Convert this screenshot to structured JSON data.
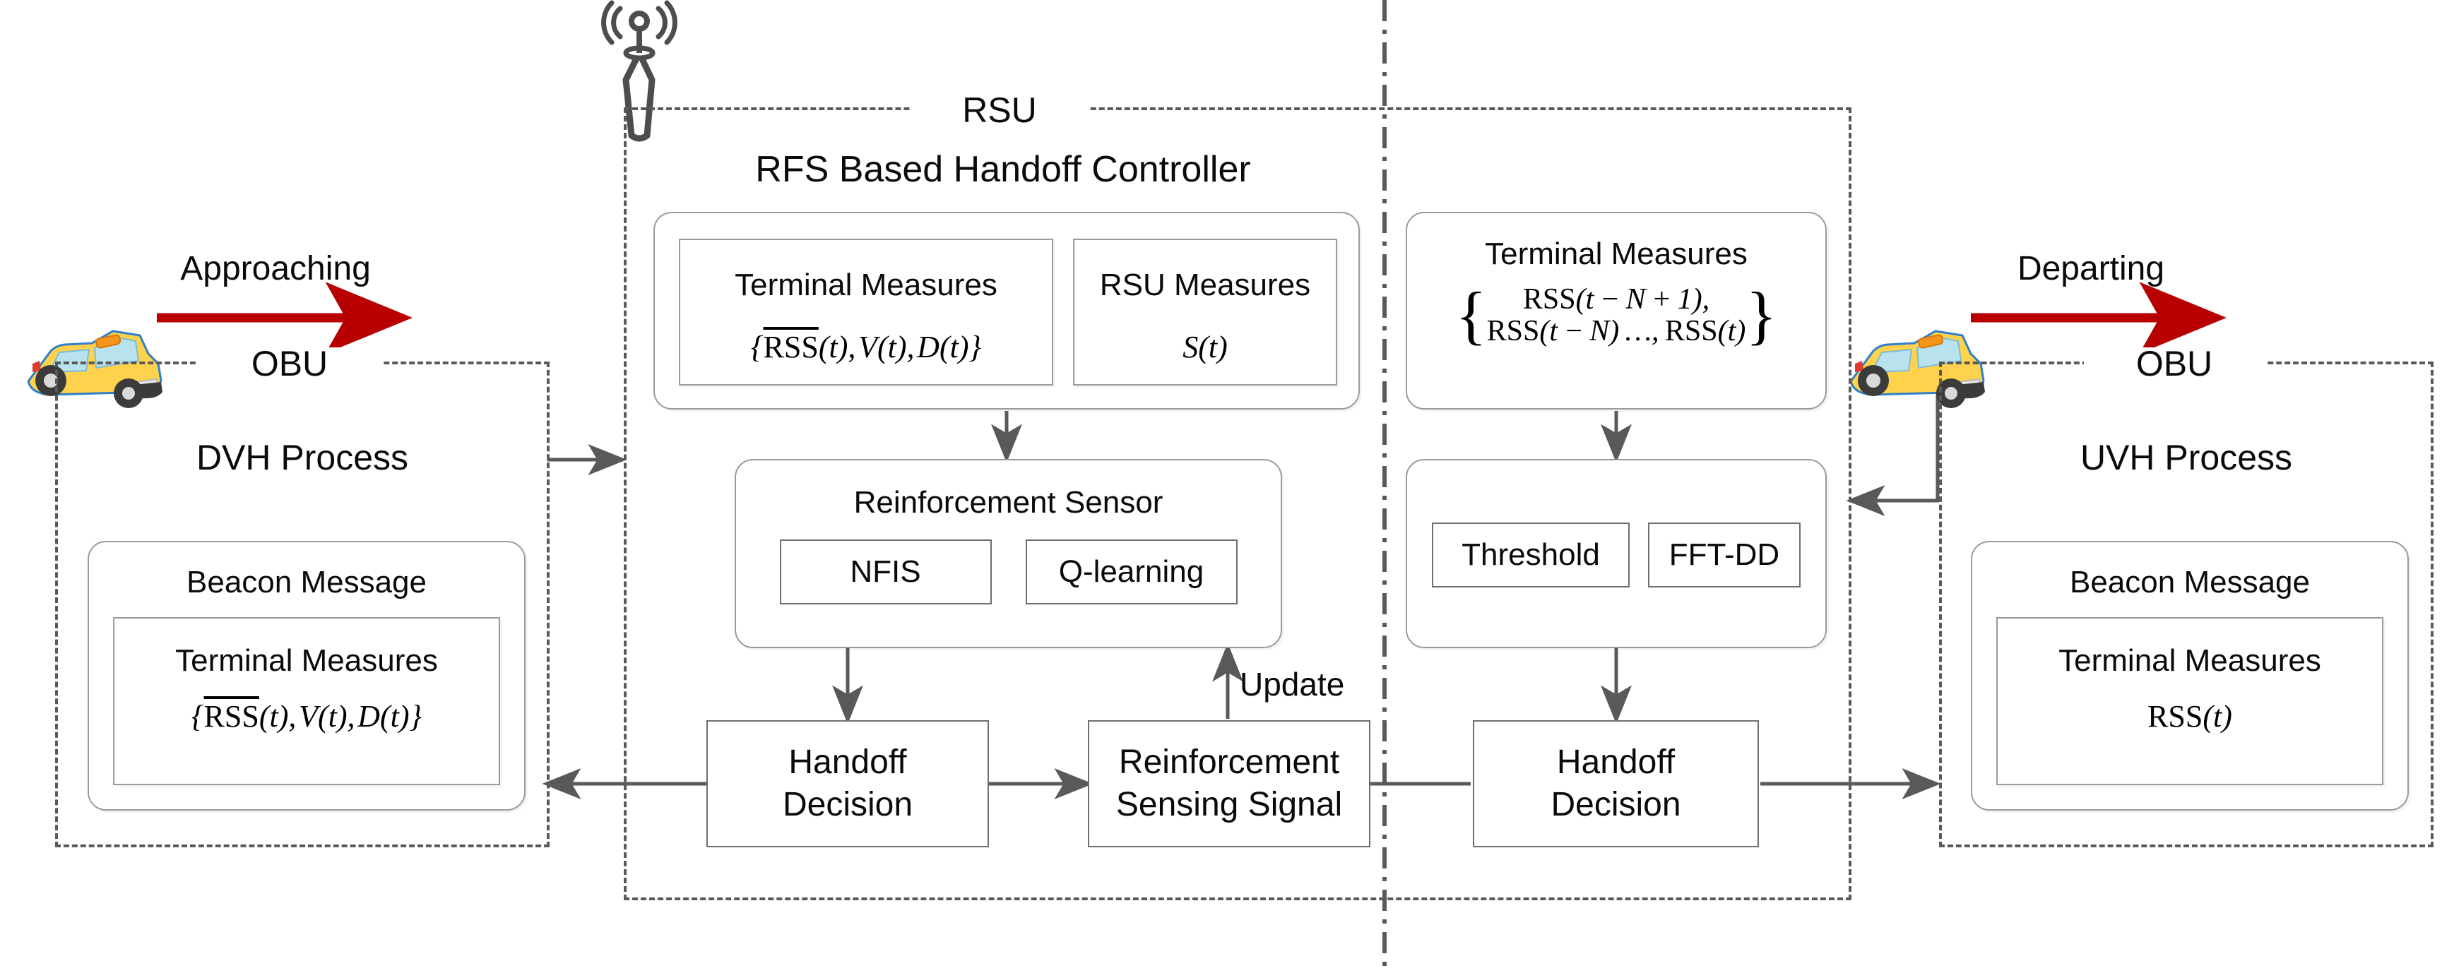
{
  "diagram": {
    "title": "RFS Based Handoff Controller architecture",
    "colors": {
      "line": "#595959",
      "panel_border": "#9a9a9a",
      "box_border": "#6e6e6e",
      "red_arrow": "#b90000",
      "car_body": "#ffd24d",
      "car_glass": "#b8e2ee",
      "background": "#ffffff"
    }
  },
  "left": {
    "motion_label": "Approaching",
    "obu_label": "OBU",
    "process_label": "DVH Process",
    "beacon": {
      "title": "Beacon Message",
      "measures_title": "Terminal Measures",
      "measures_formula": "{RSS(t), V(t), D(t)}"
    },
    "icons": {
      "vehicle": "taxi-car-icon",
      "arrow": "red-right-arrow-icon"
    }
  },
  "right": {
    "motion_label": "Departing",
    "obu_label": "OBU",
    "process_label": "UVH Process",
    "beacon": {
      "title": "Beacon Message",
      "measures_title": "Terminal Measures",
      "measures_formula": "RSS(t)"
    },
    "icons": {
      "vehicle": "taxi-car-icon",
      "arrow": "red-right-arrow-icon"
    }
  },
  "rsu": {
    "label": "RSU",
    "subtitle": "RFS Based Handoff Controller",
    "antenna_icon": "radio-tower-antenna-icon",
    "left_branch": {
      "measures_panel": {
        "terminal": {
          "title": "Terminal Measures",
          "formula": "{RSS(t), V(t), D(t)}"
        },
        "rsu": {
          "title": "RSU Measures",
          "formula": "S(t)"
        }
      },
      "sensor_panel": {
        "title": "Reinforcement Sensor",
        "modules": [
          "NFIS",
          "Q-learning"
        ]
      },
      "handoff_box": "Handoff Decision",
      "signal_box": "Reinforcement Sensing Signal",
      "update_label": "Update"
    },
    "right_branch": {
      "measures_panel": {
        "title": "Terminal Measures",
        "formula_line1": "RSS(t − N + 1),",
        "formula_line2": "RSS(t − N) …, RSS(t)"
      },
      "detector_panel": {
        "modules": [
          "Threshold",
          "FFT-DD"
        ]
      },
      "handoff_box": "Handoff Decision"
    }
  }
}
